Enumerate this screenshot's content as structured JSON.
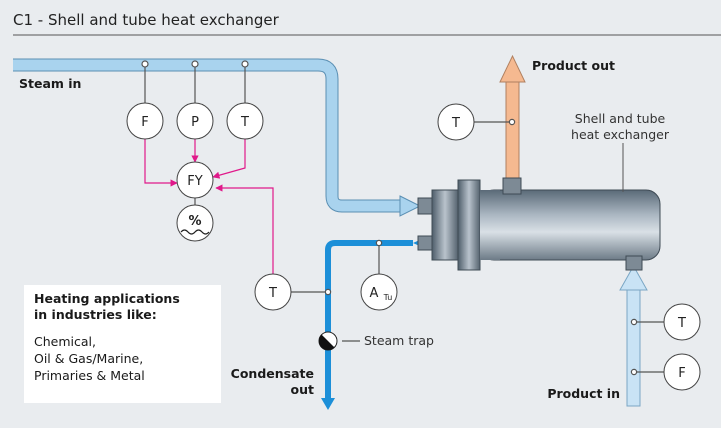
{
  "title": "C1 - Shell and tube heat exchanger",
  "labels": {
    "steam_in": "Steam in",
    "product_out": "Product out",
    "product_in": "Product in",
    "condensate_1": "Condensate",
    "condensate_2": "out",
    "steam_trap": "Steam trap",
    "exchanger_1": "Shell and tube",
    "exchanger_2": "heat exchanger"
  },
  "instruments": {
    "flow": "F",
    "pressure": "P",
    "temp": "T",
    "flow_computer": "FY",
    "percent": "%",
    "temp_product_out": "T",
    "temp_condensate": "T",
    "analyzer": "A",
    "analyzer_sub": "Tu",
    "temp_product_in": "T",
    "flow_product_in": "F"
  },
  "info": {
    "heading_1": "Heating applications",
    "heading_2": "in industries like:",
    "lines": [
      "Chemical,",
      "Oil & Gas/Marine,",
      "Primaries & Metal"
    ]
  },
  "colors": {
    "steam": "#a9d3ee",
    "condensate": "#1c8fd8",
    "product_out": "#f5b990",
    "product_in": "#c9e3f5",
    "signal": "#e0198a",
    "background": "#e9ecef"
  }
}
